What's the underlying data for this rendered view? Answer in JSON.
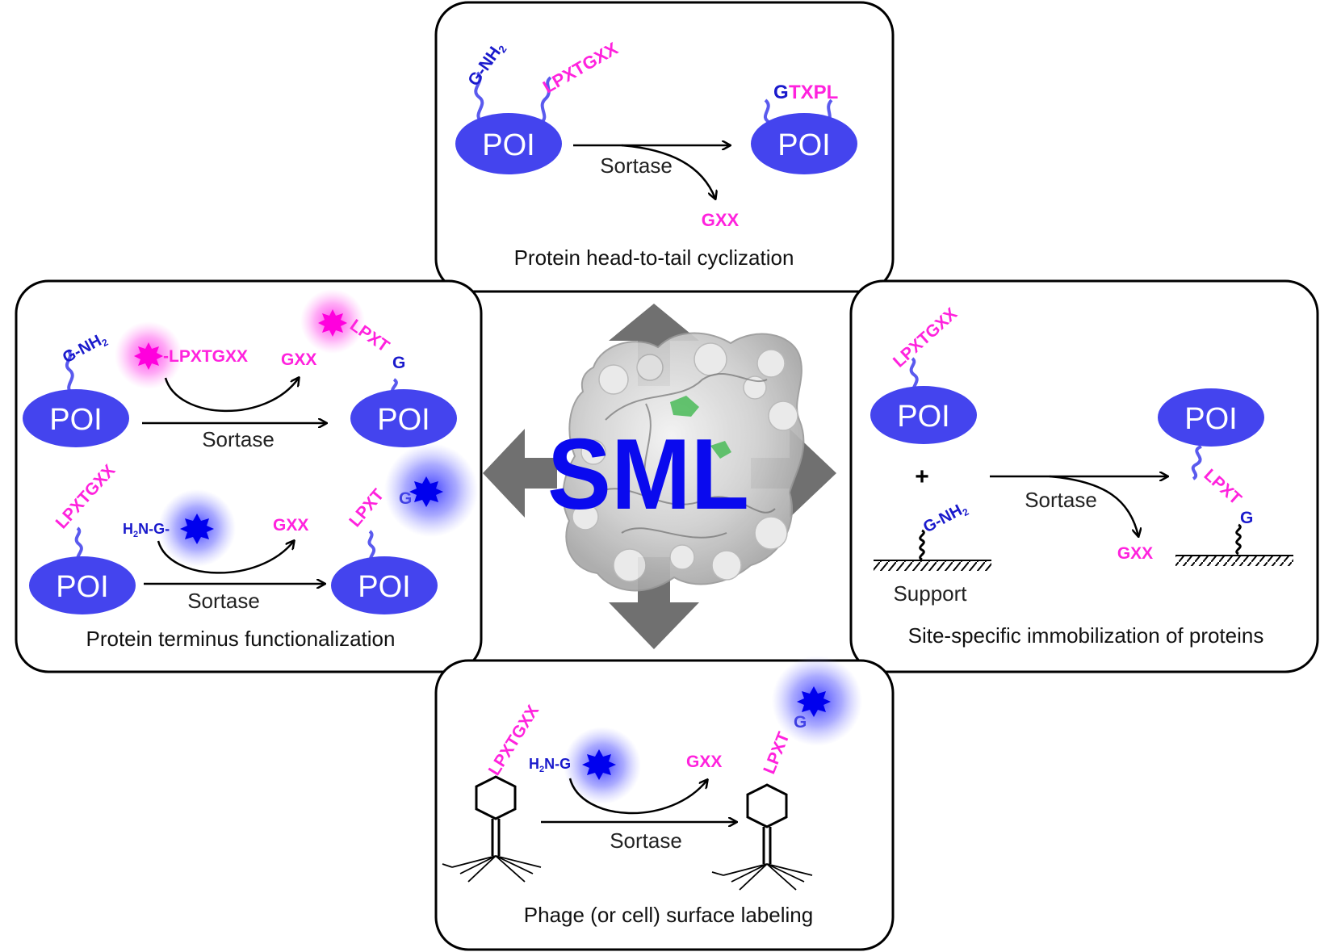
{
  "center": {
    "label": "SML"
  },
  "panels": {
    "top": {
      "caption": "Protein head-to-tail cyclization",
      "poi": "POI",
      "n_term": "G-NH",
      "n_term_sub": "2",
      "c_term": "LPXTGXX",
      "product_g": "G",
      "product_tag": "TXPL",
      "enzyme": "Sortase",
      "leaving": "GXX"
    },
    "left": {
      "caption": "Protein terminus functionalization",
      "poi": "POI",
      "n_term": "G-NH",
      "n_term_sub": "2",
      "probe_tag": "-LPXTGXX",
      "leaving": "GXX",
      "product_tag": "LPXT",
      "product_g": "G",
      "enzyme": "Sortase",
      "c_term": "LPXTGXX",
      "nuc_prefix": "H",
      "nuc_sub": "2",
      "nuc_suffix": "N-G-",
      "leaving2": "GXX",
      "product2_tag": "LPXT",
      "product2_g": "G",
      "enzyme2": "Sortase"
    },
    "right": {
      "caption": "Site-specific immobilization of proteins",
      "poi": "POI",
      "c_term": "LPXTGXX",
      "plus": "+",
      "surface_nuc": "G-NH",
      "surface_nuc_sub": "2",
      "support": "Support",
      "enzyme": "Sortase",
      "leaving": "GXX",
      "product_tag": "LPXT",
      "product_g": "G"
    },
    "bottom": {
      "caption": "Phage (or cell) surface labeling",
      "c_term": "LPXTGXX",
      "nuc_prefix": "H",
      "nuc_sub": "2",
      "nuc_suffix": "N-G",
      "leaving": "GXX",
      "product_tag": "LPXT",
      "product_g": "G",
      "enzyme": "Sortase"
    }
  },
  "colors": {
    "pink": "#ff22dd",
    "blue_label": "#1a1acc",
    "poi_fill": "#4444ee",
    "linker": "#5a5aee",
    "sml_text": "#0a0aee",
    "arrow_gray": "#707070"
  }
}
